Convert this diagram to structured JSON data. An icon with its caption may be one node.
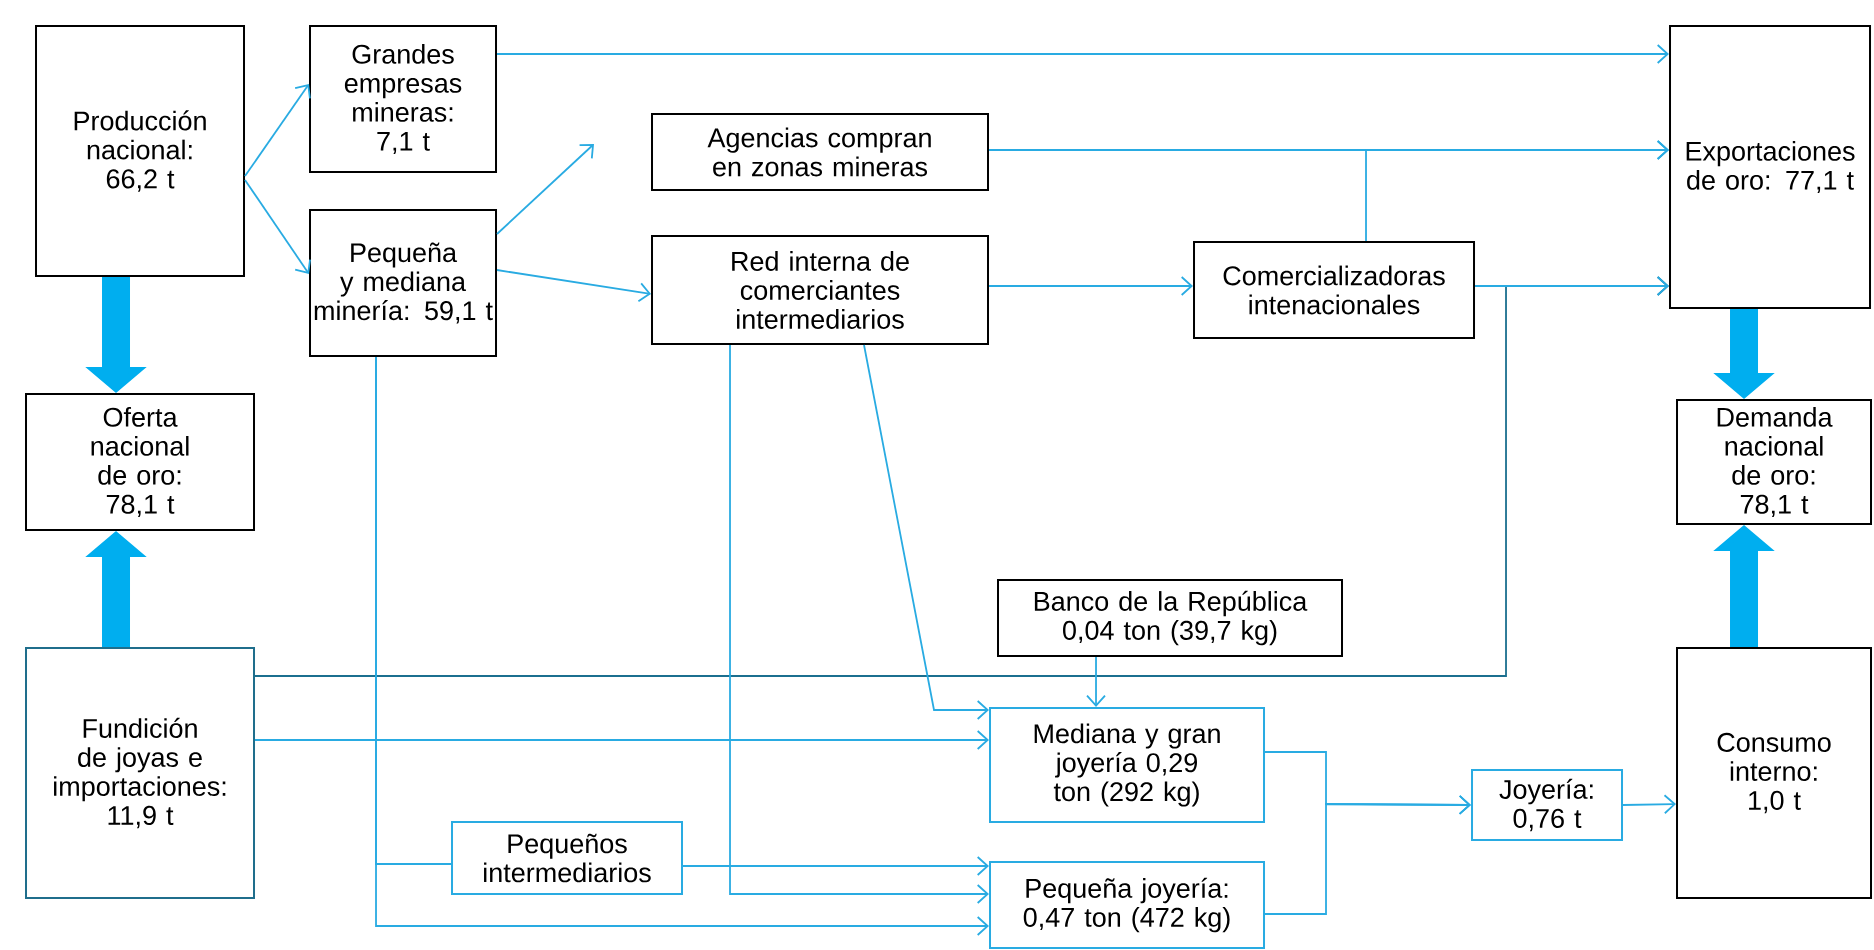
{
  "diagram": {
    "nodes": [
      {
        "text": [
          "Producción nacional: 66,2 t"
        ]
      },
      {
        "text": [
          "Grandes empresas mineras: 7,1 t"
        ]
      },
      {
        "text": [
          "Pequeña y mediana minería: 59,1 t"
        ]
      },
      {
        "text": [
          "Agencias compran en zonas mineras"
        ]
      },
      {
        "text": [
          "Red interna de comerciantes intermediarios"
        ]
      },
      {
        "text": [
          "Comercializadoras intenacionales"
        ]
      },
      {
        "text": [
          "Exportaciones de oro: 77,1 t"
        ]
      },
      {
        "text": [
          "Oferta nacional de oro: 78,1 t"
        ]
      },
      {
        "text": [
          "Demanda nacional de oro: 78,1 t"
        ]
      },
      {
        "text": [
          "Banco de la República 0,04 ton (39,7 kg)"
        ]
      },
      {
        "text": [
          "Fundición de joyas e importaciones: 11,9 t"
        ]
      },
      {
        "text": [
          "Mediana y gran joyería 0,29 ton (292 kg)"
        ]
      },
      {
        "text": [
          "Joyería: 0,76 t"
        ]
      },
      {
        "text": [
          "Consumo interno: 1,0 t"
        ]
      },
      {
        "text": [
          "Pequeños intermediarios"
        ]
      },
      {
        "text": [
          "Pequeña joyería: 0,47 ton (472 kg)"
        ]
      }
    ],
    "edges": [
      {
        "from": 0,
        "to": 1,
        "arrow": "to"
      },
      {
        "from": 0,
        "to": 2,
        "arrow": "to"
      },
      {
        "from": 2,
        "to": null,
        "arrow": "to"
      },
      {
        "from": 2,
        "to": 4,
        "arrow": "to"
      },
      {
        "from": 1,
        "to": 6,
        "arrow": "to"
      },
      {
        "from": 3,
        "to": 6,
        "arrow": "to"
      },
      {
        "from": 4,
        "to": 5,
        "arrow": "to"
      },
      {
        "from": 5,
        "to": 6,
        "arrow": "to"
      },
      {
        "from": 5,
        "to": 6,
        "arrow": "to"
      },
      {
        "from": 0,
        "to": 7,
        "arrow": "to",
        "style": "thick"
      },
      {
        "from": 10,
        "to": 7,
        "arrow": "to",
        "style": "thick"
      },
      {
        "from": 6,
        "to": 8,
        "arrow": "to",
        "style": "thick"
      },
      {
        "from": 13,
        "to": 8,
        "arrow": "to",
        "style": "thick"
      },
      {
        "from": 9,
        "to": 11,
        "arrow": "to"
      },
      {
        "from": 10,
        "to": 6,
        "arrow": "to",
        "color": "#1b6f8f"
      },
      {
        "from": 10,
        "to": 11,
        "arrow": "to"
      },
      {
        "from": 4,
        "to": 11,
        "arrow": "to"
      },
      {
        "from": 4,
        "to": 15,
        "arrow": "to"
      },
      {
        "from": 2,
        "to": 15,
        "arrow": "to"
      },
      {
        "from": 2,
        "to": 14,
        "arrow": "none"
      },
      {
        "from": 14,
        "to": 15,
        "arrow": "to"
      },
      {
        "from": 11,
        "to": 12,
        "arrow": "to"
      },
      {
        "from": 15,
        "to": 12,
        "arrow": "to"
      },
      {
        "from": 12,
        "to": 13,
        "arrow": "to"
      }
    ]
  }
}
